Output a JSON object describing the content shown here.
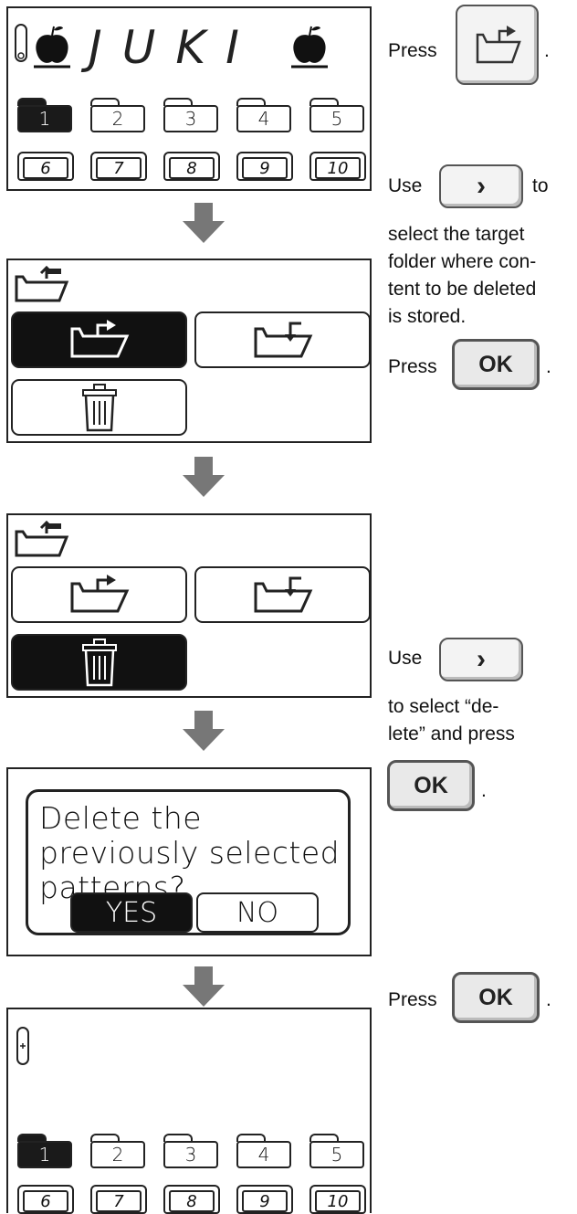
{
  "screen1": {
    "title": "JUKI",
    "folders_top": [
      "1",
      "2",
      "3",
      "4",
      "5"
    ],
    "folders_bottom": [
      "6",
      "7",
      "8",
      "9",
      "10"
    ],
    "selected": "1"
  },
  "screen2": {
    "selected": "open-folder"
  },
  "screen3": {
    "selected": "delete"
  },
  "dialog": {
    "message": "Delete the previously selected patterns?",
    "yes_label": "YES",
    "no_label": "NO"
  },
  "screen5": {
    "folders_top": [
      "1",
      "2",
      "3",
      "4",
      "5"
    ],
    "folders_bottom": [
      "6",
      "7",
      "8",
      "9",
      "10"
    ]
  },
  "instructions": {
    "step1_press": "Press",
    "step1_period": ".",
    "step2_use": "Use",
    "step2_to": "to",
    "step2_text": "select the target folder where con-tent to be deleted is stored.",
    "step2_line1": "select the target",
    "step2_line2": "folder where con-",
    "step2_line3": "tent to be deleted",
    "step2_line4": "is stored.",
    "step2_press": "Press",
    "step2_period": ".",
    "step3_use": "Use",
    "step3_line1": "to select “de-",
    "step3_line2": "lete” and press",
    "step3_period": ".",
    "step4_press": "Press",
    "step4_period": "."
  },
  "keys": {
    "ok_label": "OK",
    "right_arrow": "›"
  }
}
